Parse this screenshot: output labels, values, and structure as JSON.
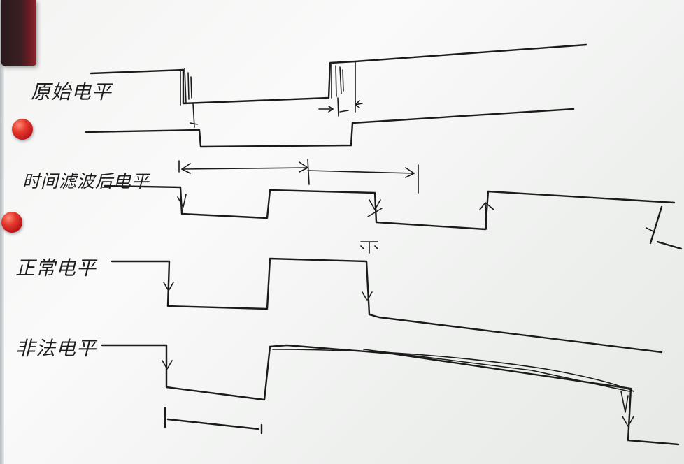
{
  "labels": {
    "raw_level": "原始电平",
    "time_filter_level": "时间滤波后电平",
    "normal_level": "正常电平",
    "abnormal_level": "非法电平"
  },
  "colors": {
    "ink": "#1b1b1b",
    "magnet": "#d42a20",
    "eraser": "#3b1f22"
  }
}
